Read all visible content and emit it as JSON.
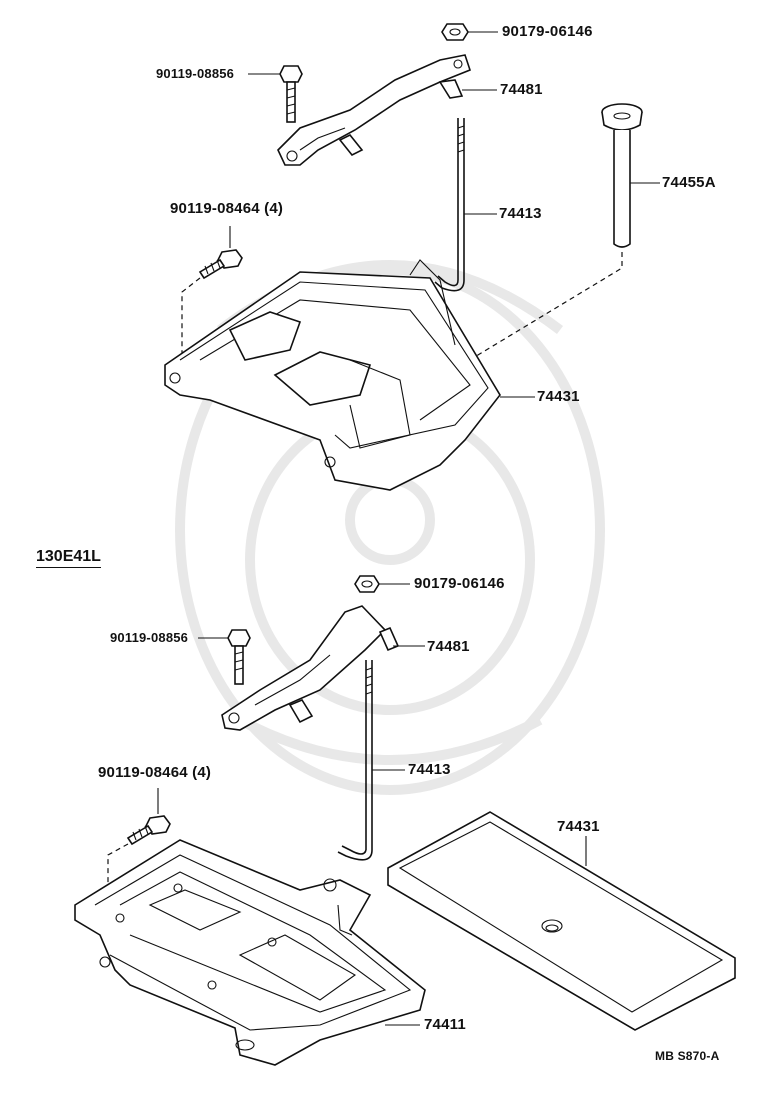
{
  "diagram": {
    "upper": {
      "parts": [
        {
          "id": "nut",
          "label": "90179-06146"
        },
        {
          "id": "bolt",
          "label": "90119-08856"
        },
        {
          "id": "clamp",
          "label": "74481"
        },
        {
          "id": "rod",
          "label": "74413"
        },
        {
          "id": "bolt4",
          "label": "90119-08464 (4)"
        },
        {
          "id": "longbolt",
          "label": "74455A"
        },
        {
          "id": "tray",
          "label": "74431"
        }
      ]
    },
    "section_label": "130E41L",
    "lower": {
      "parts": [
        {
          "id": "nut",
          "label": "90179-06146"
        },
        {
          "id": "bolt",
          "label": "90119-08856"
        },
        {
          "id": "clamp",
          "label": "74481"
        },
        {
          "id": "rod",
          "label": "74413"
        },
        {
          "id": "bolt4",
          "label": "90119-08464 (4)"
        },
        {
          "id": "tray",
          "label": "74431"
        },
        {
          "id": "carrier",
          "label": "74411"
        }
      ]
    },
    "figure_code": "MB  S870-A"
  }
}
